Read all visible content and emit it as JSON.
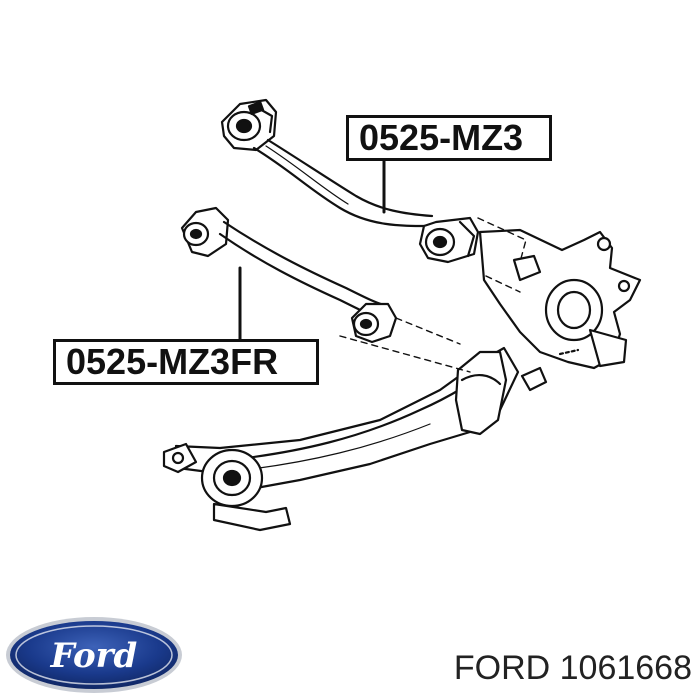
{
  "callouts": {
    "upper_arm_part": "0525-MZ3",
    "lower_arm_part": "0525-MZ3FR"
  },
  "brand": {
    "logo_text": "Ford",
    "caption": "FORD 1061668"
  },
  "colors": {
    "line": "#111111",
    "logo_blue": "#1a3a8c",
    "logo_dark": "#0f2560",
    "logo_rim": "#c8ccd4"
  }
}
